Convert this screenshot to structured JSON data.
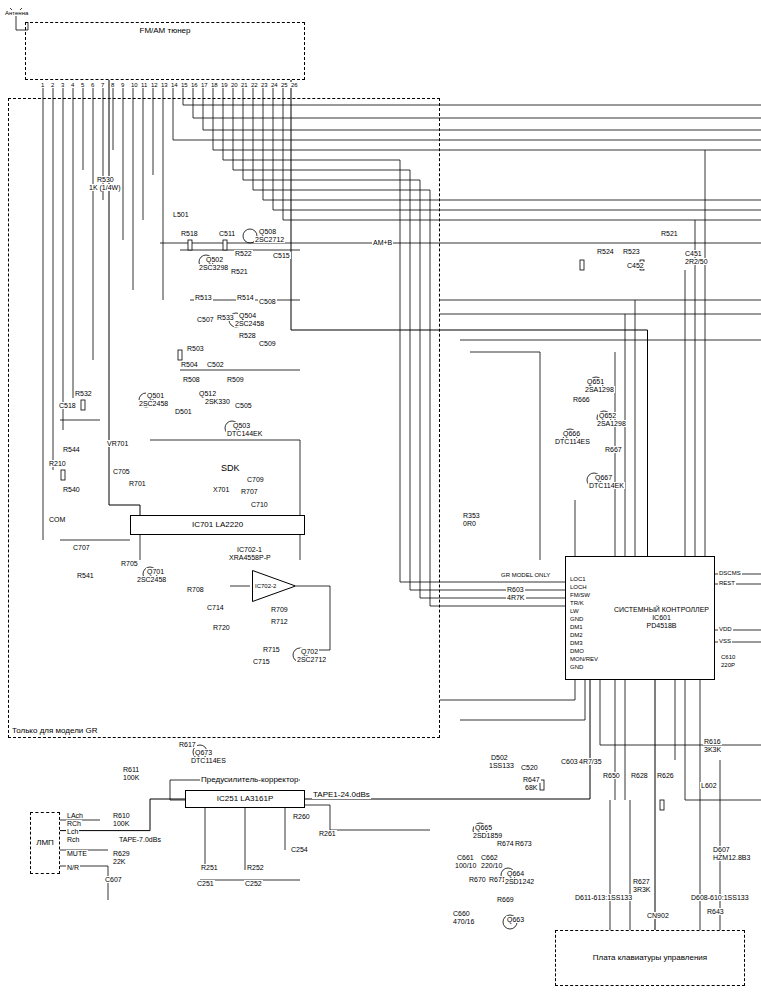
{
  "diagram": {
    "nodes": [
      {
        "text": [
          "FM/AM тюнер"
        ]
      },
      {
        "text": [
          "Только для модели GR"
        ]
      },
      {
        "text": [
          "IC701 LA2220"
        ],
        "in": 1
      },
      {
        "text": [
          "IC702-2"
        ],
        "in": 1
      },
      {
        "text": [
          "ЛМП"
        ]
      },
      {
        "text": [
          "IC251 LA3161P"
        ]
      },
      {
        "text": [
          "СИСТЕМНЫЙ КОНТРОЛЛЕР",
          "IC601",
          "PD4518B"
        ]
      },
      {
        "text": [
          "Плата клавиатуры управления"
        ]
      }
    ],
    "edges": [
      {
        "from": 0,
        "to": 6,
        "arrow": "none"
      },
      {
        "from": 0,
        "to": 2,
        "arrow": "none"
      },
      {
        "from": 4,
        "to": 5,
        "arrow": "none"
      },
      {
        "from": 5,
        "to": 6,
        "arrow": "none"
      },
      {
        "from": 6,
        "to": 7,
        "arrow": "none"
      }
    ],
    "labels": [
      "Антенна",
      "R530",
      "1K (1/4W)",
      "L501",
      "AM+B",
      "R518",
      "C511",
      "Q508",
      "2SC2712",
      "R522",
      "C515",
      "Q502",
      "2SC3298",
      "R521",
      "R513",
      "R514",
      "C508",
      "C507",
      "R533",
      "Q504",
      "2SC2458",
      "R528",
      "C509",
      "R503",
      "R504",
      "C502",
      "R508",
      "R509",
      "Q501",
      "2SC2458",
      "Q512",
      "2SK330",
      "D501",
      "C505",
      "Q503",
      "DTC144EK",
      "C518",
      "R532",
      "R544",
      "R210",
      "R540",
      "COM",
      "VR701",
      "C705",
      "R701",
      "SDK",
      "C709",
      "X701",
      "R707",
      "C710",
      "IC702-1",
      "XRA4558P-P",
      "R705",
      "Q701",
      "2SC2458",
      "C707",
      "R541",
      "R708",
      "C714",
      "R720",
      "R709",
      "R712",
      "R715",
      "C715",
      "Q702",
      "2SC2712",
      "R617",
      "Q673",
      "DTC114ES",
      "R611",
      "100K",
      "Предусилитель-корректор",
      "TAPE1-24.0dBs",
      "R260",
      "R261",
      "C254",
      "R251",
      "R252",
      "C251",
      "C252",
      "LAch",
      "RCh",
      "Lch",
      "Rch",
      "MUTE",
      "N/R",
      "TAPE-7.0dBs",
      "R610",
      "100K",
      "R629",
      "22K",
      "C607",
      "GR MODEL ONLY",
      "R603",
      "4R7K",
      "R524",
      "R523",
      "R521",
      "C452",
      "C451",
      "2R2/50",
      "Q651",
      "2SA1298",
      "R666",
      "Q652",
      "2SA1298",
      "Q666",
      "DTC114ES",
      "R667",
      "Q667",
      "DTC114EK",
      "R353",
      "0R0",
      "LOC1",
      "LOCH",
      "FM/SW",
      "TR/K",
      "LW",
      "GND",
      "DM1",
      "DM2",
      "DM3",
      "DMO",
      "MON/REV",
      "GND",
      "DSCMS",
      "REST",
      "VDD",
      "VSS",
      "C610",
      "220P",
      "R616",
      "3K3K",
      "D502",
      "1SS133",
      "C520",
      "R647",
      "68K",
      "C603",
      "4R7/35",
      "R650",
      "R628",
      "R626",
      "L602",
      "Q665",
      "2SD1859",
      "R674",
      "R673",
      "C661",
      "100/10",
      "C662",
      "220/10",
      "R670",
      "R671",
      "Q664",
      "2SD1242",
      "R669",
      "C660",
      "470/16",
      "Q663",
      "D611-613:1SS133",
      "D608-610:1SS133",
      "R627",
      "3R3K",
      "D607",
      "HZM12.8B3",
      "CN902",
      "R643",
      "1",
      "2",
      "3",
      "4",
      "5",
      "6",
      "7",
      "8",
      "9",
      "10",
      "11",
      "12",
      "13",
      "14",
      "15",
      "16",
      "17",
      "18",
      "19",
      "20",
      "21",
      "22",
      "23",
      "24",
      "25",
      "26"
    ]
  }
}
